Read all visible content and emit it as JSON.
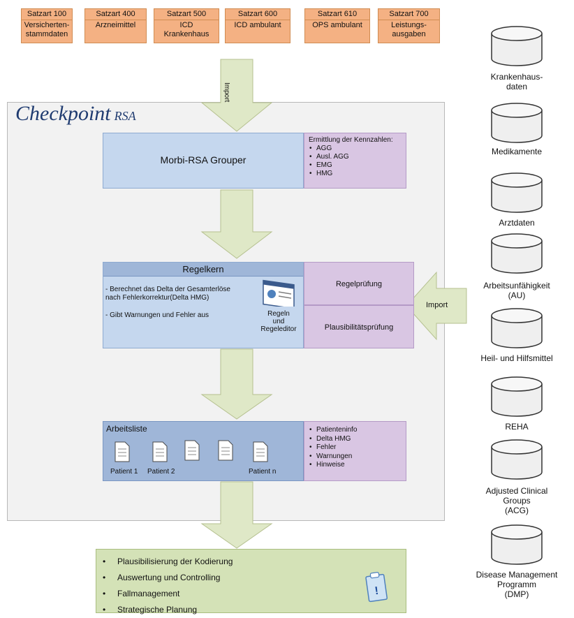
{
  "satzarten": [
    {
      "title": "Satzart 100",
      "subtitle": "Versicherten-\nstammdaten"
    },
    {
      "title": "Satzart 400",
      "subtitle": "Arzneimittel"
    },
    {
      "title": "Satzart 500",
      "subtitle": "ICD\nKrankenhaus"
    },
    {
      "title": "Satzart 600",
      "subtitle": "ICD ambulant"
    },
    {
      "title": "Satzart 610",
      "subtitle": "OPS ambulant"
    },
    {
      "title": "Satzart 700",
      "subtitle": "Leistungs-\nausgaben"
    }
  ],
  "arrows": {
    "import_top": "Import",
    "import_right": "Import"
  },
  "logo": {
    "main": "Checkpoint",
    "suffix": "RSA"
  },
  "grouper": {
    "title": "Morbi-RSA Grouper",
    "kennzahlen_title": "Ermittlung der Kennzahlen:",
    "kennzahlen": [
      "AGG",
      "Ausl. AGG",
      "EMG",
      "HMG"
    ]
  },
  "regelkern": {
    "title": "Regelkern",
    "points": [
      "- Berechnet das Delta der Gesamterlöse nach Fehlerkorrektur(Delta HMG)",
      "- Gibt Warnungen und Fehler aus"
    ],
    "icon_label": "Regeln\nund\nRegeleditor",
    "regelpruefung": "Regelprüfung",
    "plausi": "Plausibilitätsprüfung"
  },
  "arbeitsliste": {
    "title": "Arbeitsliste",
    "patients": [
      "Patient 1",
      "Patient 2",
      "Patient n"
    ],
    "info": [
      "Patienteninfo",
      "Delta HMG",
      "Fehler",
      "Warnungen",
      "Hinweise"
    ]
  },
  "output": [
    "Plausibilisierung der Kodierung",
    "Auswertung und Controlling",
    "Fallmanagement",
    "Strategische Planung"
  ],
  "databases": [
    "Krankenhaus-\ndaten",
    "Medikamente",
    "Arztdaten",
    "Arbeitsunfähigkeit\n(AU)",
    "Heil- und Hilfsmittel",
    "REHA",
    "Adjusted Clinical\nGroups\n(ACG)",
    "Disease Management\nProgramm\n(DMP)"
  ],
  "colors": {
    "satz": "#f4b183",
    "blue": "#c5d7ee",
    "purple": "#d9c6e3",
    "green": "#d4e2b7",
    "arrow": "#dfe8c7"
  }
}
